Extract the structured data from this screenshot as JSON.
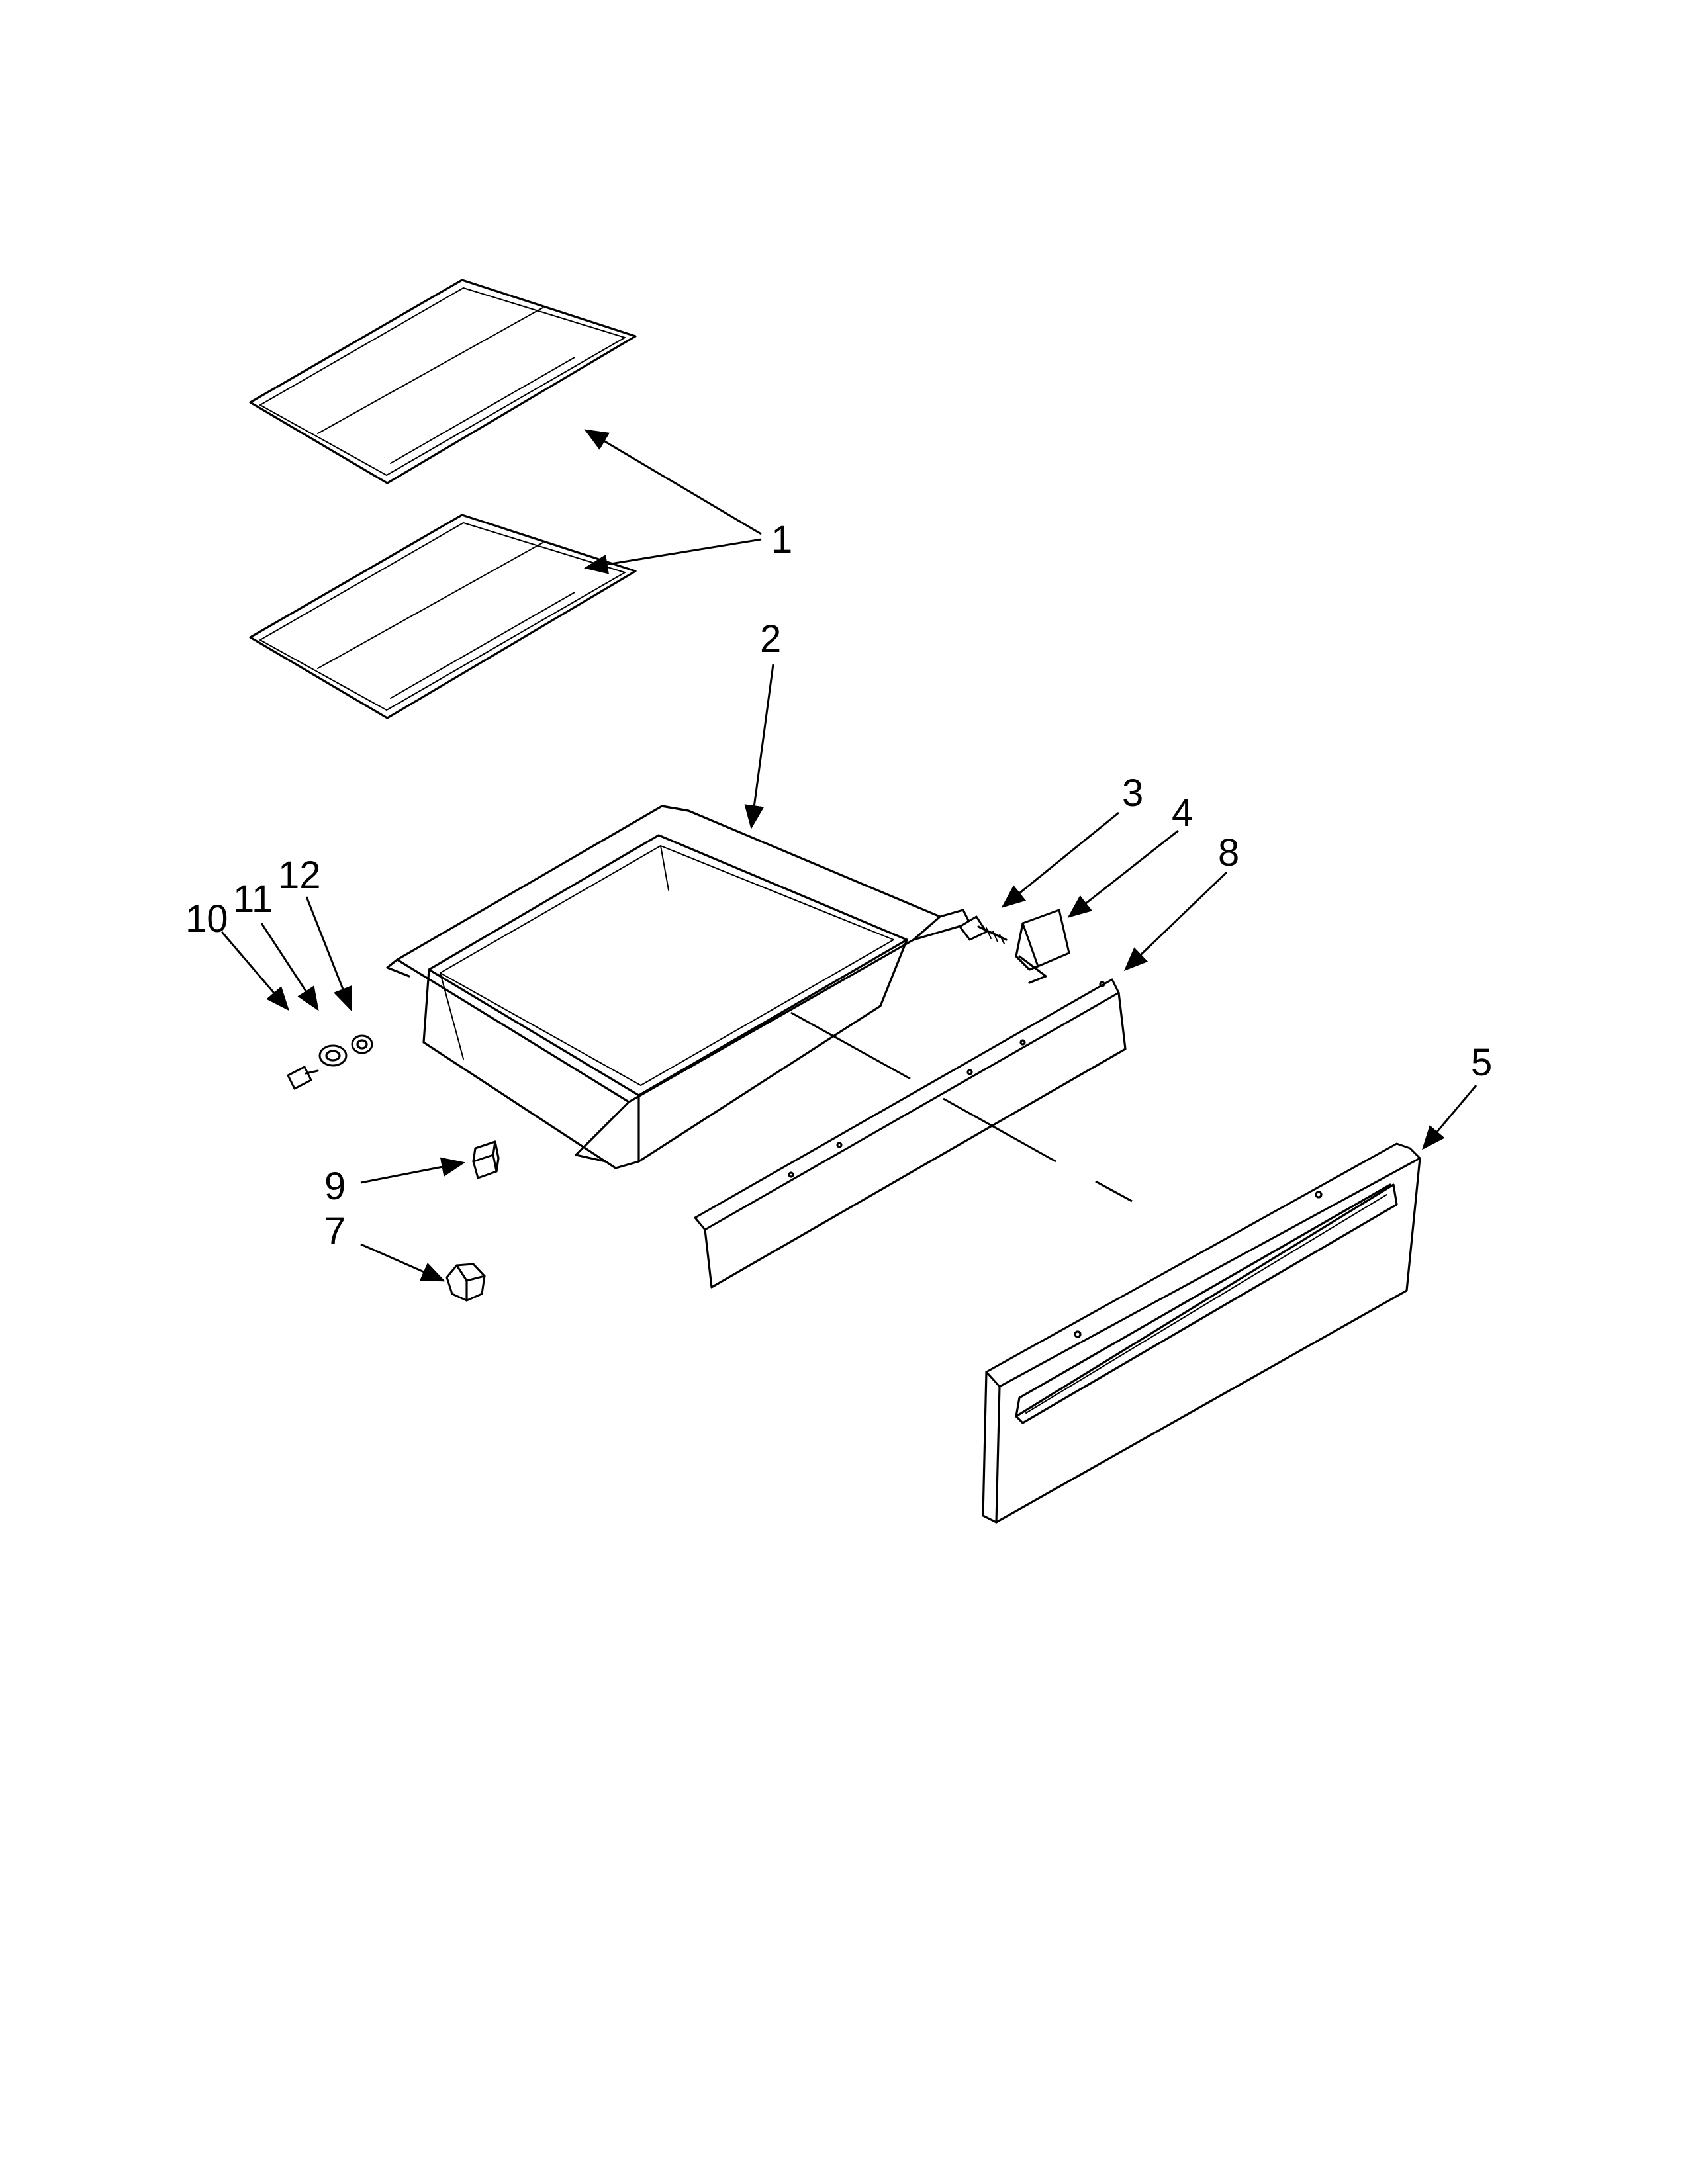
{
  "callouts": {
    "c1": "1",
    "c2": "2",
    "c3": "3",
    "c4": "4",
    "c5": "5",
    "c7": "7",
    "c8": "8",
    "c9": "9",
    "c10": "10",
    "c11": "11",
    "c12": "12"
  }
}
